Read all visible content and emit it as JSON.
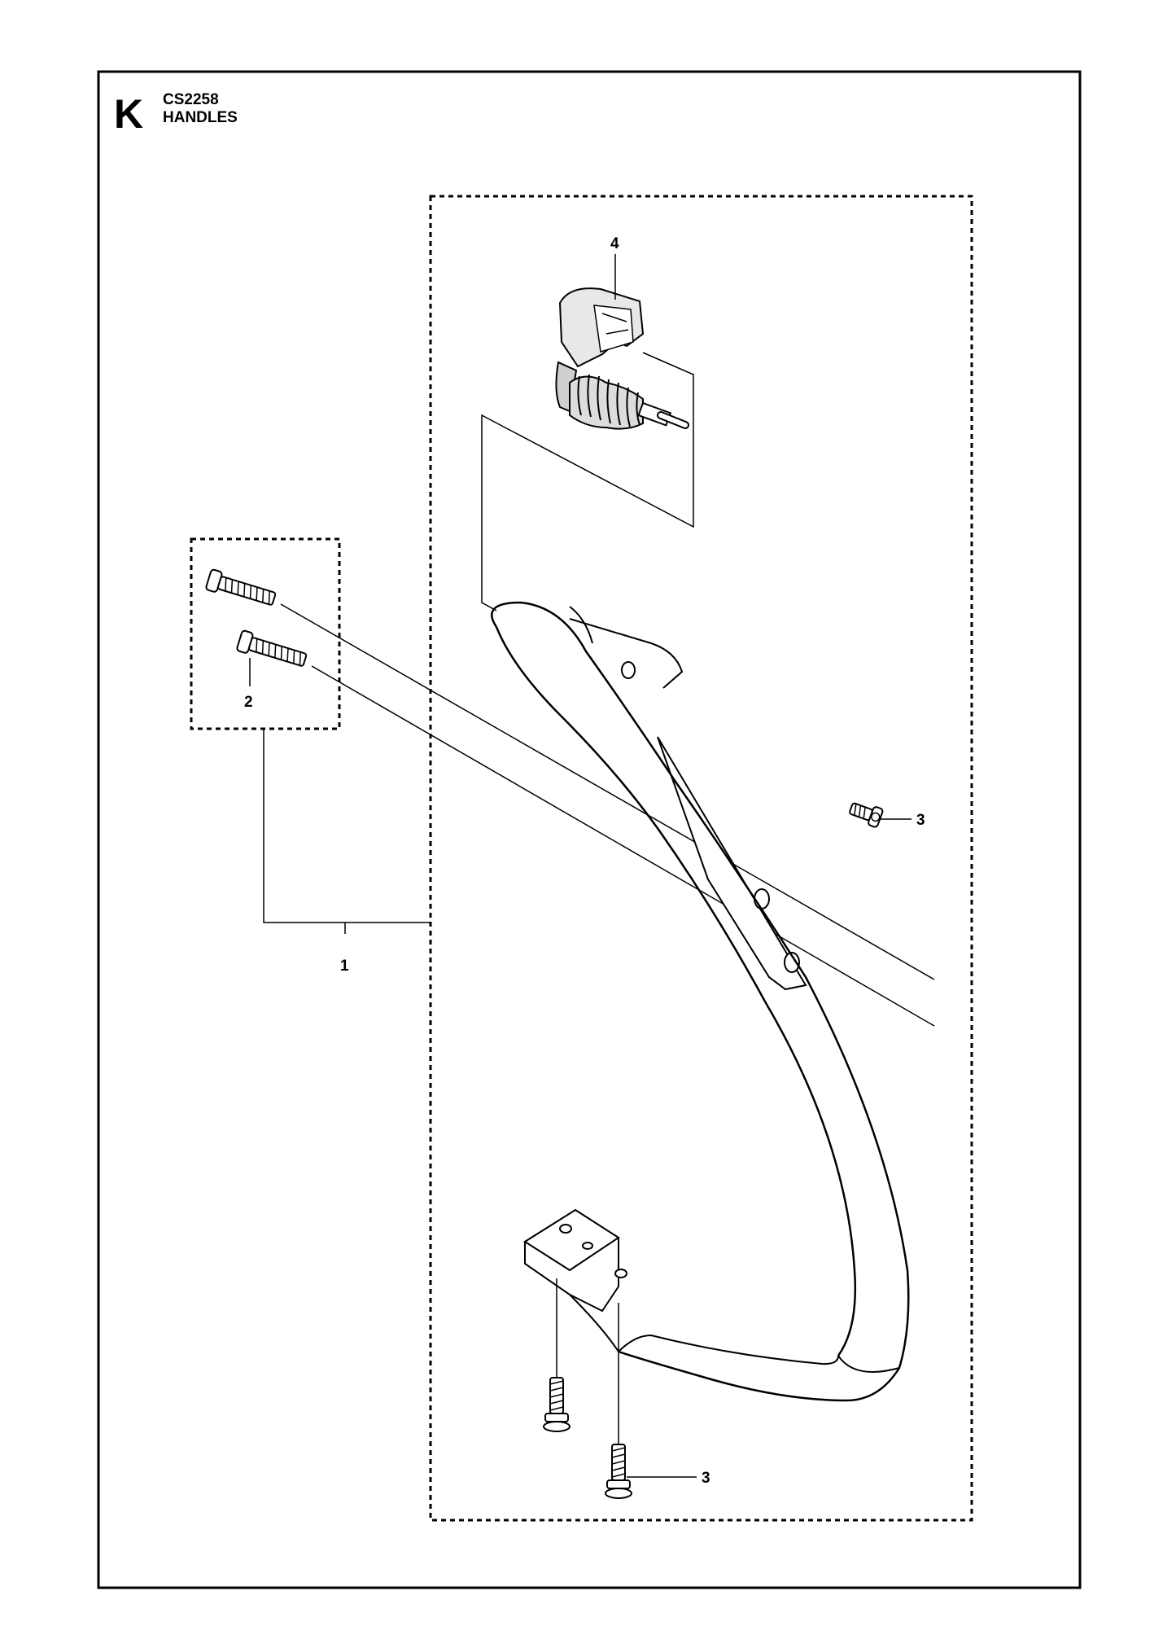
{
  "header": {
    "section_letter": "K",
    "model": "CS2258",
    "title": "HANDLES"
  },
  "callouts": {
    "front_handle_kit": "1",
    "screw_pair": "2",
    "screw_upper": "3",
    "screw_lower": "3",
    "av_element": "4"
  }
}
